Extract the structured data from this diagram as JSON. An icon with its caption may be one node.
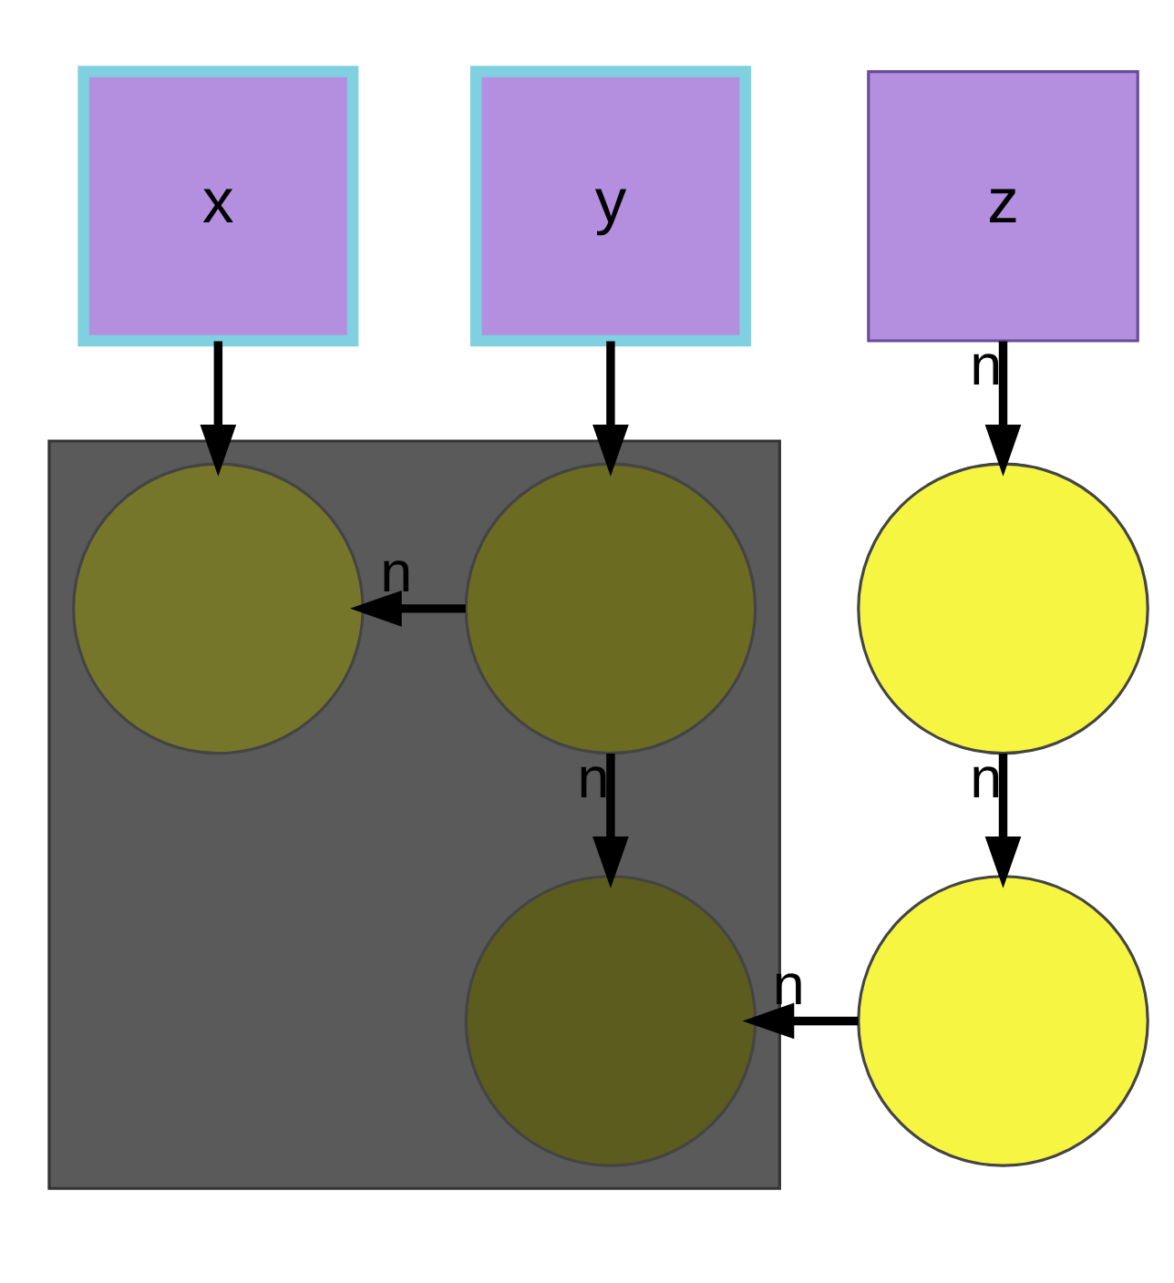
{
  "diagram": {
    "nodes": [
      {
        "text": [
          "x"
        ]
      },
      {
        "text": [
          "y"
        ]
      },
      {
        "text": [
          "z"
        ]
      },
      {
        "text": [],
        "shape": "box"
      },
      {
        "text": [],
        "shape": "circle",
        "in": 3
      },
      {
        "text": [],
        "shape": "circle",
        "in": 3
      },
      {
        "text": [],
        "shape": "circle"
      },
      {
        "text": [],
        "shape": "circle",
        "in": 3
      },
      {
        "text": [],
        "shape": "circle"
      }
    ],
    "edges": [
      {
        "from": 0,
        "to": 4,
        "arrow": "to"
      },
      {
        "from": 1,
        "to": 5,
        "arrow": "to"
      },
      {
        "from": 2,
        "to": 6,
        "arrow": "to",
        "label": "n"
      },
      {
        "from": 5,
        "to": 4,
        "arrow": "to",
        "label": "n"
      },
      {
        "from": 5,
        "to": 7,
        "arrow": "to",
        "label": "n"
      },
      {
        "from": 6,
        "to": 8,
        "arrow": "to",
        "label": "n"
      },
      {
        "from": 8,
        "to": 7,
        "arrow": "to",
        "label": "n"
      }
    ]
  }
}
